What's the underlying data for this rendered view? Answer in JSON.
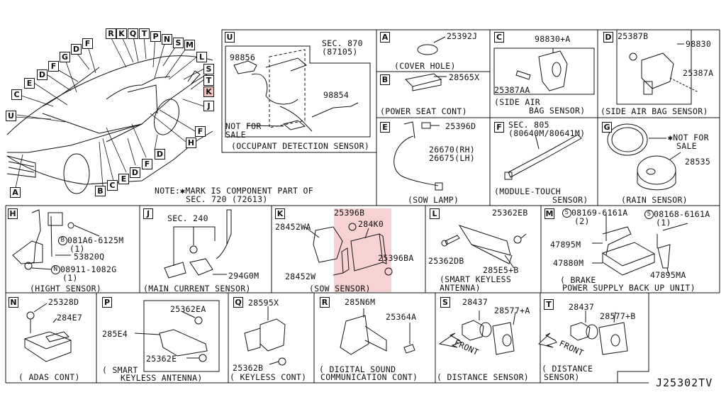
{
  "diagram_code": "J25302TV",
  "note": {
    "line1": "NOTE:✱MARK IS COMPONENT PART OF",
    "line2": "SEC. 720 (72613)"
  },
  "overview_callouts": {
    "top_row": [
      "R",
      "K",
      "Q",
      "T",
      "P",
      "N",
      "S",
      "M"
    ],
    "right_side": [
      "L",
      "S",
      "T",
      "K",
      "J",
      "F",
      "H"
    ],
    "left_side": [
      "F",
      "G",
      "D",
      "F",
      "D",
      "E",
      "C",
      "U"
    ],
    "bottom": [
      "A",
      "B",
      "C",
      "E",
      "D",
      "F",
      "D"
    ],
    "highlighted": "K"
  },
  "panels": {
    "U": {
      "letter": "U",
      "caption": "(OCCUPANT DETECTION SENSOR)",
      "parts": [
        "SEC. 870",
        "(87105)",
        "98856",
        "98854",
        "NOT FOR",
        "SALE"
      ]
    },
    "A": {
      "letter": "A",
      "caption": "(COVER HOLE)",
      "parts": [
        "25392J"
      ]
    },
    "B": {
      "letter": "B",
      "caption": "(POWER SEAT CONT)",
      "parts": [
        "28565X"
      ]
    },
    "C": {
      "letter": "C",
      "caption1": "(SIDE AIR",
      "caption2": "BAG SENSOR)",
      "parts": [
        "98830+A",
        "25387AA"
      ]
    },
    "D": {
      "letter": "D",
      "caption": "(SIDE AIR BAG SENSOR)",
      "parts": [
        "25387B",
        "98830",
        "25387A"
      ]
    },
    "E": {
      "letter": "E",
      "caption": "(SOW LAMP)",
      "parts": [
        "25396D",
        "26670(RH)",
        "26675(LH)"
      ]
    },
    "F": {
      "letter": "F",
      "caption1": "(MODULE-TOUCH",
      "caption2": "SENSOR)",
      "parts": [
        "SEC. 805",
        "(80640M/80641M)"
      ]
    },
    "G": {
      "letter": "G",
      "caption": "(RAIN SENSOR)",
      "parts": [
        "✱NOT FOR",
        "SALE",
        "28535"
      ]
    },
    "H": {
      "letter": "H",
      "caption": "(HIGHT SENSOR)",
      "parts": [
        "081A6-6125M",
        "(1)",
        "53820Q",
        "08911-1082G",
        "(1)"
      ],
      "symbols": [
        "B",
        "N"
      ]
    },
    "J": {
      "letter": "J",
      "caption": "(MAIN CURRENT SENSOR)",
      "parts": [
        "SEC. 240",
        "294G0M"
      ]
    },
    "K": {
      "letter": "K",
      "caption": "(SOW SENSOR)",
      "parts": [
        "25396B",
        "28452WA",
        "284K0",
        "25396BA",
        "28452W"
      ],
      "highlight_color": "#f6d2d2"
    },
    "L": {
      "letter": "L",
      "caption1": "(SMART KEYLESS",
      "caption2": "ANTENNA)",
      "parts": [
        "25362EB",
        "25362DB",
        "285E5+B"
      ]
    },
    "M": {
      "letter": "M",
      "caption1": "( BRAKE",
      "caption2": "POWER SUPPLY BACK UP UNIT)",
      "parts": [
        "08169-6161A",
        "(2)",
        "08168-6161A",
        "(1)",
        "47895M",
        "47880M",
        "47895MA"
      ],
      "symbols": [
        "S",
        "S"
      ]
    },
    "N": {
      "letter": "N",
      "caption": "( ADAS CONT)",
      "parts": [
        "25328D",
        "284E7"
      ]
    },
    "P": {
      "letter": "P",
      "caption1": "( SMART",
      "caption2": "KEYLESS ANTENNA)",
      "parts": [
        "25362EA",
        "285E4",
        "25362E"
      ]
    },
    "Q": {
      "letter": "Q",
      "caption": "( KEYLESS CONT)",
      "parts": [
        "28595X",
        "25362B"
      ]
    },
    "R": {
      "letter": "R",
      "caption1": "( DIGITAL SOUND",
      "caption2": "COMMUNICATION CONT)",
      "parts": [
        "285N6M",
        "25364A"
      ]
    },
    "S": {
      "letter": "S",
      "caption": "( DISTANCE SENSOR)",
      "parts": [
        "28437",
        "28577+A",
        "FRONT"
      ]
    },
    "T": {
      "letter": "T",
      "caption1": "( DISTANCE",
      "caption2": "SENSOR)",
      "parts": [
        "28437",
        "28577+B",
        "FRONT"
      ]
    }
  }
}
